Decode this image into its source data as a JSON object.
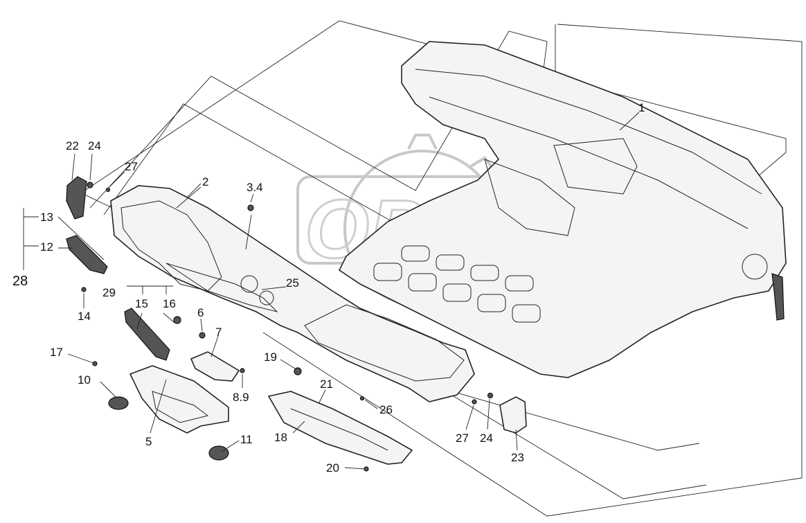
{
  "watermark": {
    "text": "OPEX"
  },
  "callouts": [
    {
      "id": "c1",
      "text": "1"
    },
    {
      "id": "c2",
      "text": "2"
    },
    {
      "id": "c34",
      "text": "3.4"
    },
    {
      "id": "c5",
      "text": "5"
    },
    {
      "id": "c6",
      "text": "6"
    },
    {
      "id": "c7",
      "text": "7"
    },
    {
      "id": "c89",
      "text": "8.9"
    },
    {
      "id": "c10",
      "text": "10"
    },
    {
      "id": "c11",
      "text": "11"
    },
    {
      "id": "c12",
      "text": "12"
    },
    {
      "id": "c13",
      "text": "13"
    },
    {
      "id": "c14",
      "text": "14"
    },
    {
      "id": "c15",
      "text": "15"
    },
    {
      "id": "c16",
      "text": "16"
    },
    {
      "id": "c17",
      "text": "17"
    },
    {
      "id": "c18",
      "text": "18"
    },
    {
      "id": "c19",
      "text": "19"
    },
    {
      "id": "c20",
      "text": "20"
    },
    {
      "id": "c21",
      "text": "21"
    },
    {
      "id": "c22",
      "text": "22"
    },
    {
      "id": "c23",
      "text": "23"
    },
    {
      "id": "c24a",
      "text": "24"
    },
    {
      "id": "c24b",
      "text": "24"
    },
    {
      "id": "c25",
      "text": "25"
    },
    {
      "id": "c26",
      "text": "26"
    },
    {
      "id": "c27a",
      "text": "27"
    },
    {
      "id": "c27b",
      "text": "27"
    },
    {
      "id": "c28",
      "text": "28"
    },
    {
      "id": "c29",
      "text": "29"
    }
  ]
}
